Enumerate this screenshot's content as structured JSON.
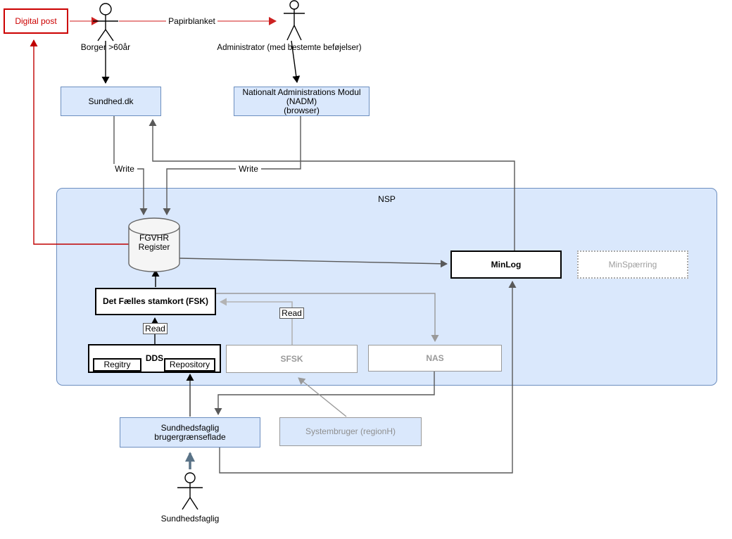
{
  "colors": {
    "node_fill_blue": "#dae8fc",
    "node_border_blue": "#6c8ebf",
    "red_box": "#cc0000",
    "red_arrow": "#e06666",
    "gray_node": "#999999",
    "light_gray_line": "#b3b3b3",
    "dark_line": "#595959",
    "slate_arrow": "#5a7387"
  },
  "actors": {
    "borger": "Borger >60år",
    "administrator": "Administrator (med bestemte beføjelser)",
    "sundhedsfaglig": "Sundhedsfaglig"
  },
  "nodes": {
    "digital_post": "Digital post",
    "sundhed_dk": "Sundhed.dk",
    "nadm_line1": "Nationalt Administrations Modul",
    "nadm_line2": "(NADM)",
    "nadm_line3": "(browser)",
    "nsp": "NSP",
    "fgvhr_line1": "FGVHR",
    "fgvhr_line2": "Register",
    "minlog": "MinLog",
    "minspaerring": "MinSpærring",
    "fsk": "Det Fælles stamkort (FSK)",
    "dds": "DDS",
    "dds_registry": "Regitry",
    "dds_repository": "Repository",
    "sfsk": "SFSK",
    "nas": "NAS",
    "ui_line1": "Sundhedsfaglig",
    "ui_line2": "brugergrænseflade",
    "systembruger": "Systembruger (regionH)"
  },
  "edge_labels": {
    "papirblanket": "Papirblanket",
    "write_sundhed": "Write",
    "write_nadm": "Write",
    "read_dds": "Read",
    "read_sfsk": "Read"
  }
}
